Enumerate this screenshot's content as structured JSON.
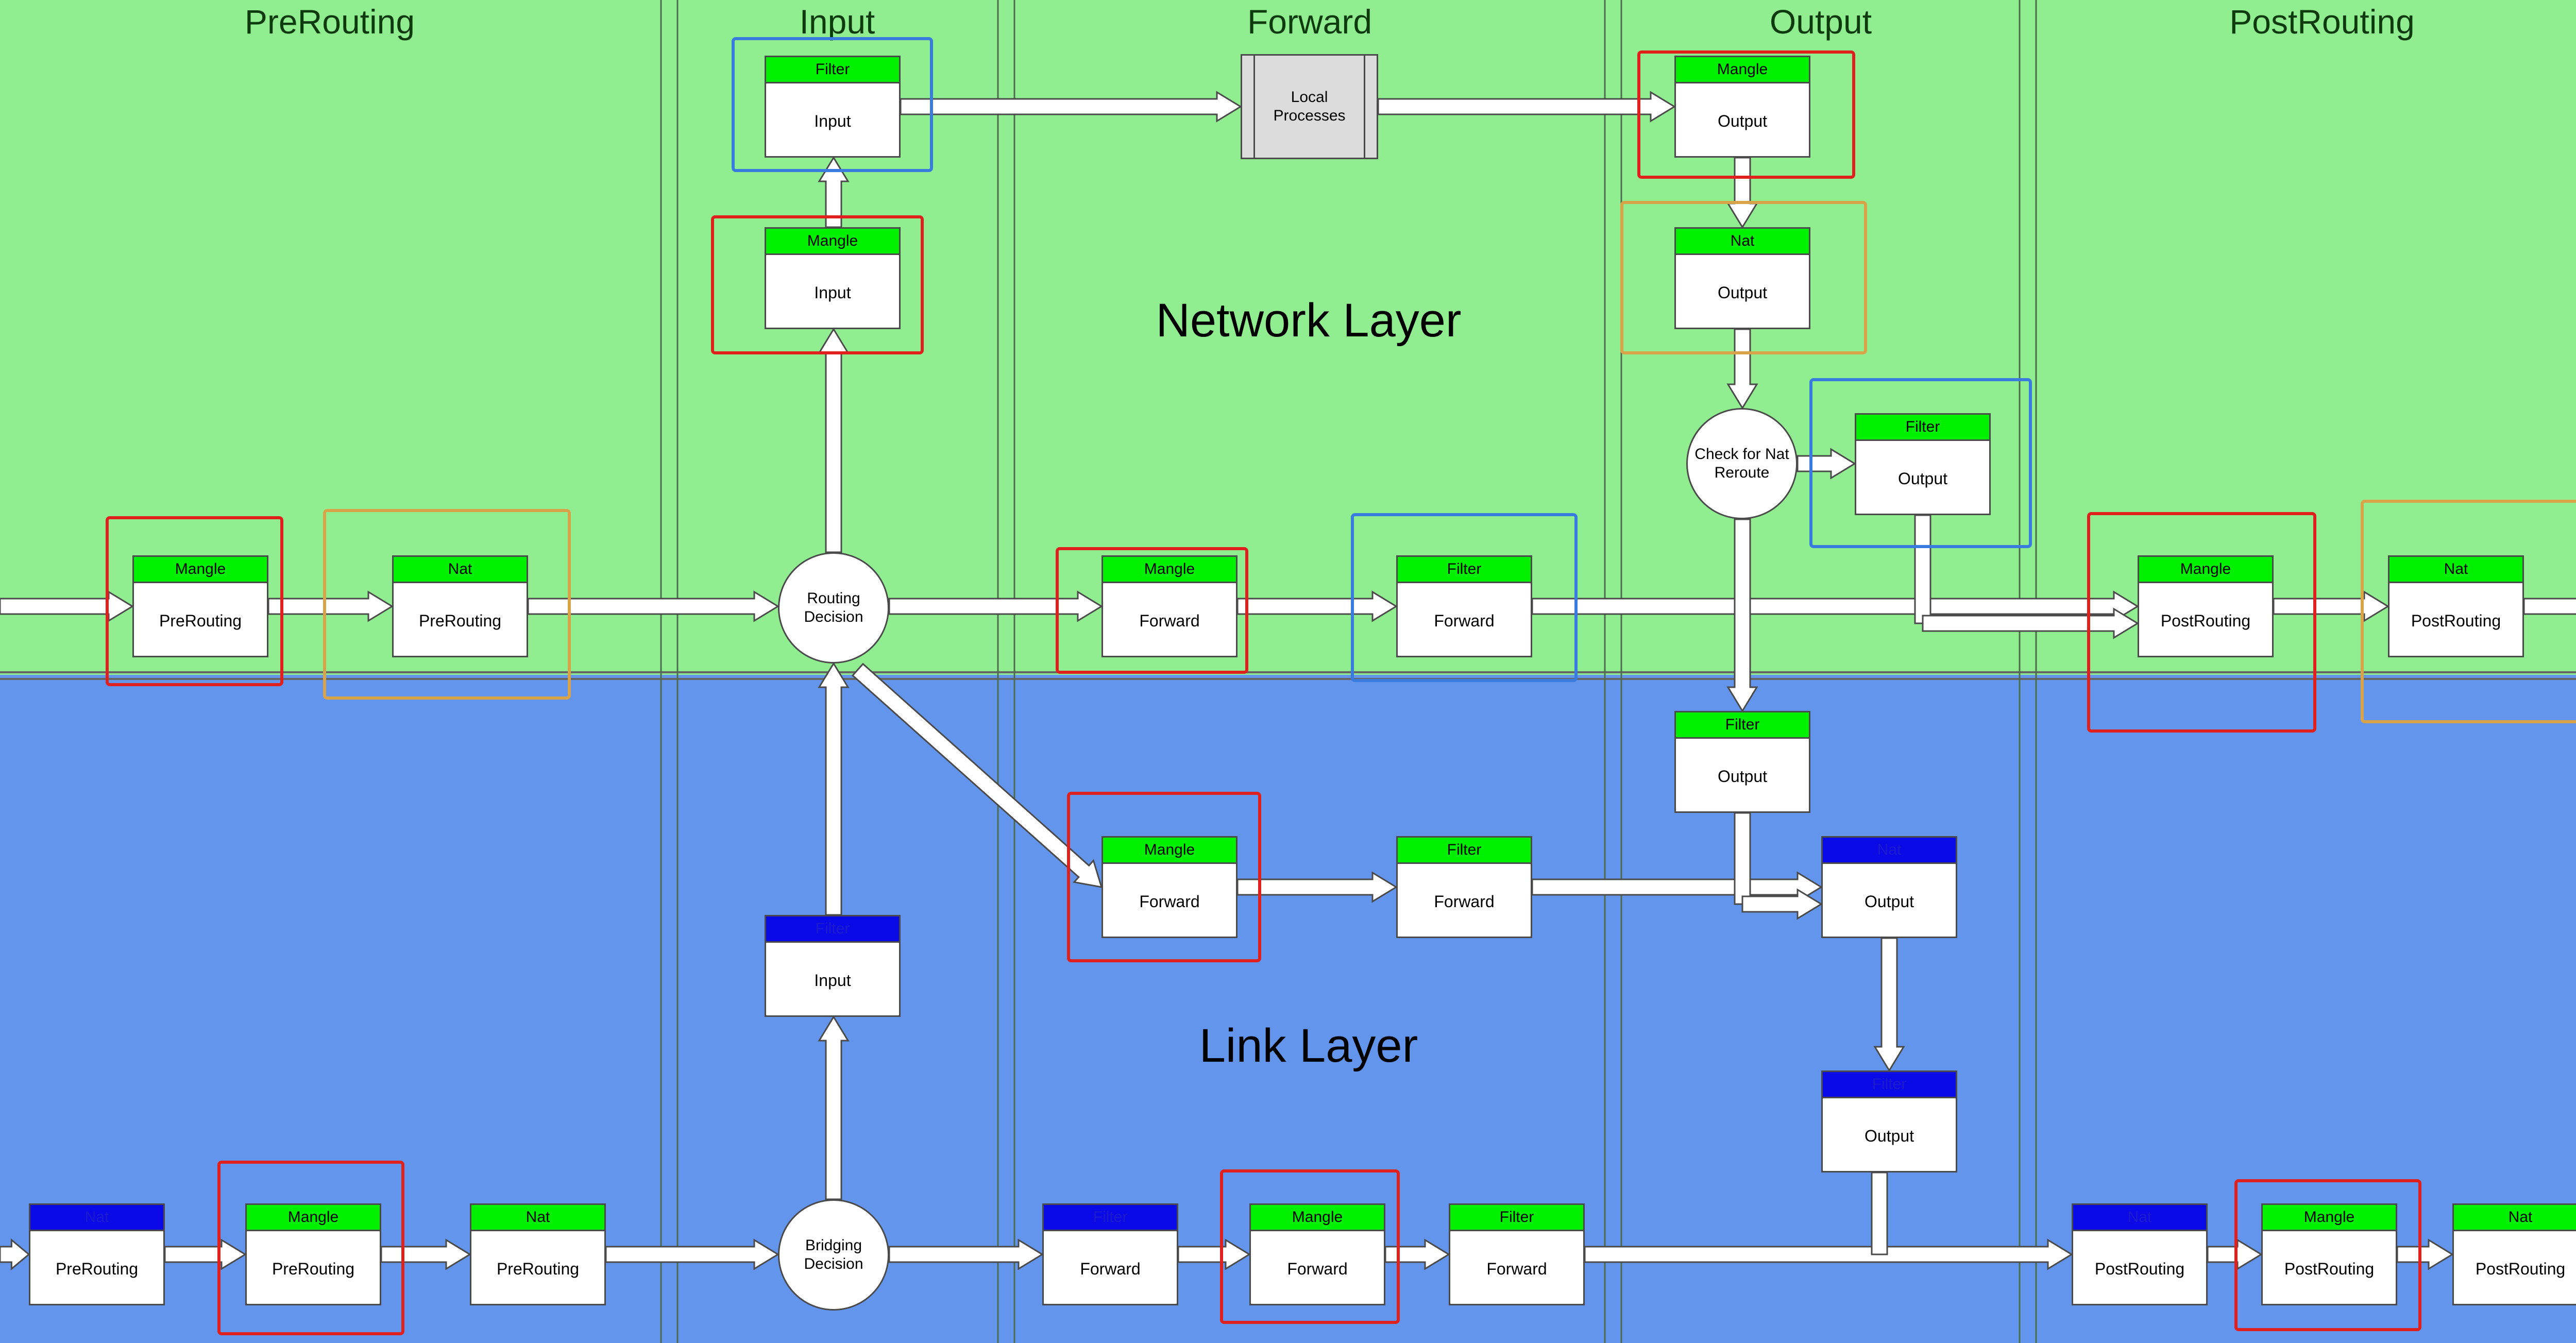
{
  "columns": [
    "PreRouting",
    "Input",
    "Forward",
    "Output",
    "PostRouting"
  ],
  "layers": {
    "network": "Network Layer",
    "link": "Link Layer"
  },
  "colors": {
    "network_bg": "#90ee90",
    "link_bg": "#6495ed",
    "table_green": "#00f000",
    "table_blue": "#0a0ae6",
    "highlight_red": "#e0201c",
    "highlight_orange": "#d9a34a",
    "highlight_blue": "#3a7be0"
  },
  "decisions": {
    "routing": "Routing\nDecision",
    "bridging": "Bridging\nDecision",
    "nat_reroute": "Check for Nat\nReroute"
  },
  "local_processes": "Local\nProcesses",
  "boxes": [
    {
      "table": "Filter",
      "chain": "Input",
      "color": "green",
      "highlight": "blue"
    },
    {
      "table": "Mangle",
      "chain": "Input",
      "color": "green",
      "highlight": "red"
    },
    {
      "table": "Mangle",
      "chain": "Output",
      "color": "green",
      "highlight": "red"
    },
    {
      "table": "Nat",
      "chain": "Output",
      "color": "green",
      "highlight": "orange"
    },
    {
      "table": "Filter",
      "chain": "Output",
      "color": "green",
      "highlight": "blue"
    },
    {
      "table": "Mangle",
      "chain": "PreRouting",
      "color": "green",
      "highlight": "red"
    },
    {
      "table": "Nat",
      "chain": "PreRouting",
      "color": "green",
      "highlight": "orange"
    },
    {
      "table": "Mangle",
      "chain": "Forward",
      "color": "green",
      "highlight": "red"
    },
    {
      "table": "Filter",
      "chain": "Forward",
      "color": "green",
      "highlight": "blue"
    },
    {
      "table": "Mangle",
      "chain": "PostRouting",
      "color": "green",
      "highlight": "red"
    },
    {
      "table": "Nat",
      "chain": "PostRouting",
      "color": "green",
      "highlight": "orange"
    },
    {
      "table": "Filter",
      "chain": "Output",
      "color": "green",
      "highlight": ""
    },
    {
      "table": "Mangle",
      "chain": "Forward",
      "color": "green",
      "highlight": "red"
    },
    {
      "table": "Filter",
      "chain": "Forward",
      "color": "green",
      "highlight": ""
    },
    {
      "table": "Nat",
      "chain": "Output",
      "color": "blue",
      "highlight": ""
    },
    {
      "table": "Filter",
      "chain": "Input",
      "color": "blue",
      "highlight": ""
    },
    {
      "table": "Filter",
      "chain": "Output",
      "color": "blue",
      "highlight": ""
    },
    {
      "table": "Nat",
      "chain": "PreRouting",
      "color": "blue",
      "highlight": ""
    },
    {
      "table": "Mangle",
      "chain": "PreRouting",
      "color": "green",
      "highlight": "red"
    },
    {
      "table": "Nat",
      "chain": "PreRouting",
      "color": "green",
      "highlight": ""
    },
    {
      "table": "Filter",
      "chain": "Forward",
      "color": "blue",
      "highlight": ""
    },
    {
      "table": "Mangle",
      "chain": "Forward",
      "color": "green",
      "highlight": "red"
    },
    {
      "table": "Filter",
      "chain": "Forward",
      "color": "green",
      "highlight": ""
    },
    {
      "table": "Nat",
      "chain": "PostRouting",
      "color": "blue",
      "highlight": ""
    },
    {
      "table": "Mangle",
      "chain": "PostRouting",
      "color": "green",
      "highlight": "red"
    },
    {
      "table": "Nat",
      "chain": "PostRouting",
      "color": "green",
      "highlight": ""
    }
  ]
}
